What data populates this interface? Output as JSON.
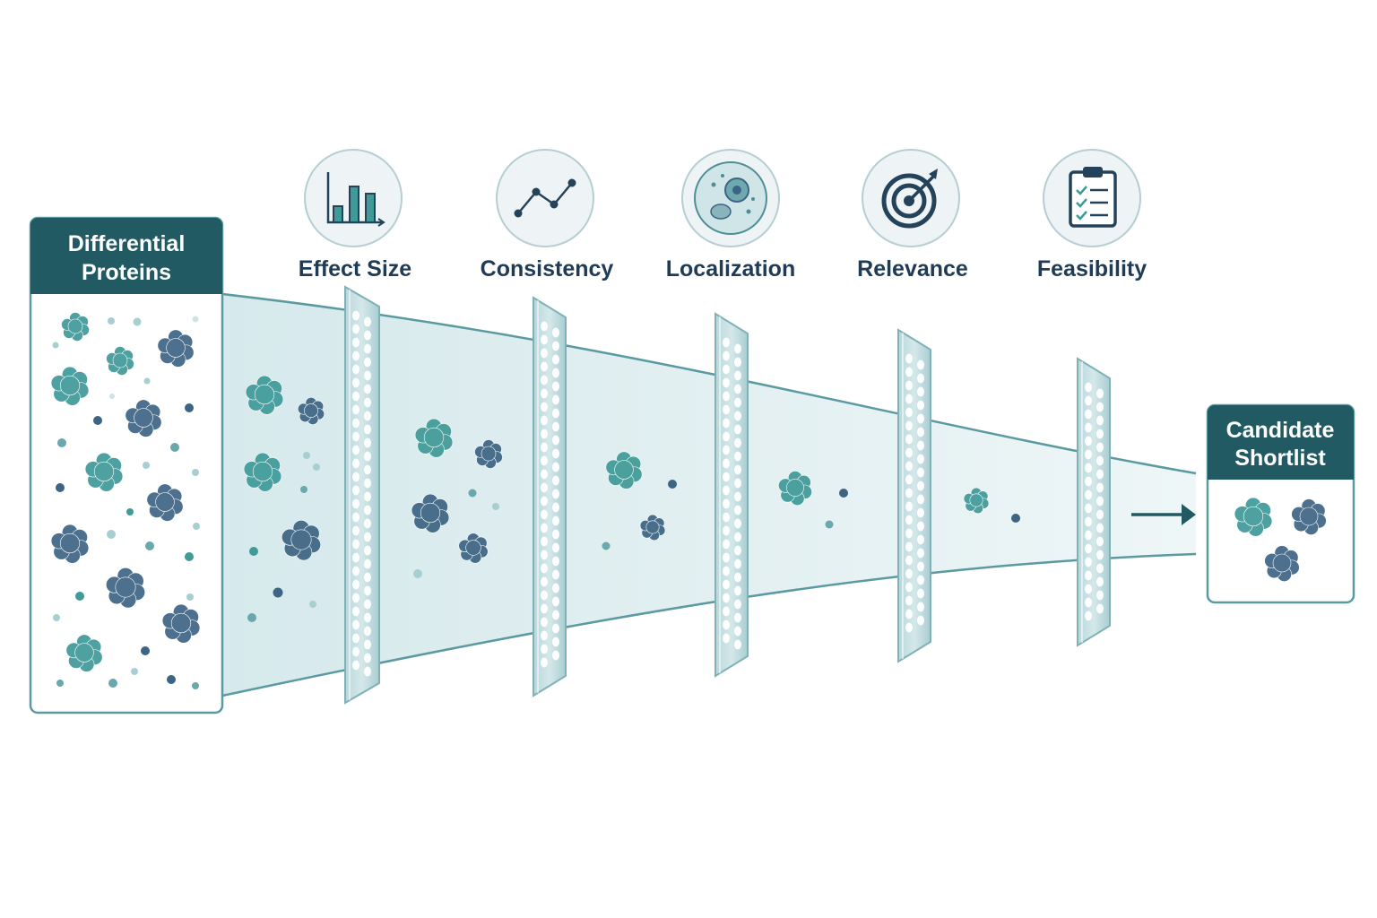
{
  "source_box": {
    "title_line1": "Differential",
    "title_line2": "Proteins"
  },
  "filters": [
    {
      "label": "Effect Size",
      "icon": "bar-chart-icon"
    },
    {
      "label": "Consistency",
      "icon": "line-trend-icon"
    },
    {
      "label": "Localization",
      "icon": "cell-icon"
    },
    {
      "label": "Relevance",
      "icon": "target-icon"
    },
    {
      "label": "Feasibility",
      "icon": "clipboard-checklist-icon"
    }
  ],
  "output_box": {
    "title_line1": "Candidate",
    "title_line2": "Shortlist"
  },
  "colors": {
    "header_bg": "#215a63",
    "outline": "#5b9aa0",
    "funnel_fill": "#e3f0f2",
    "panel_fill": "#c9e1e4",
    "panel_edge": "#7fb1b7",
    "icon_dark": "#24435a",
    "icon_circle": "#eef4f6",
    "protein_teal": "#3f9a98",
    "protein_blue": "#3d6484",
    "text_dark": "#1f3b55"
  }
}
